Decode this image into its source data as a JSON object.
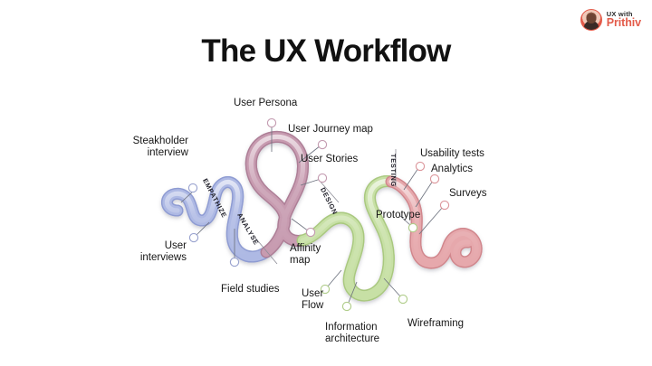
{
  "logo": {
    "line1": "UX with",
    "line2": "Prithiv",
    "avatar_icon": "avatar-icon",
    "accent_color": "#e35b4a"
  },
  "header": {
    "title": "The UX Workflow"
  },
  "diagram": {
    "type": "serpentine-ribbon-process",
    "stages": [
      {
        "key": "empathize",
        "label": "EMPATHIZE",
        "color": "#a8b4e0",
        "edge": "#8e9bd2"
      },
      {
        "key": "analyse",
        "label": "ANALYSE",
        "color": "#c295ab",
        "edge": "#ad7e96"
      },
      {
        "key": "design",
        "label": "DESIGN",
        "color": "#c3dd9e",
        "edge": "#a9c87f"
      },
      {
        "key": "testing",
        "label": "TESTING",
        "color": "#e3a0a4",
        "edge": "#d0868c"
      }
    ],
    "nodes": [
      {
        "key": "steakholder-interview",
        "label": "Steakholder\ninterview",
        "stage": "empathize"
      },
      {
        "key": "user-interviews",
        "label": "User\ninterviews",
        "stage": "empathize"
      },
      {
        "key": "field-studies",
        "label": "Field studies",
        "stage": "empathize"
      },
      {
        "key": "user-persona",
        "label": "User Persona",
        "stage": "analyse"
      },
      {
        "key": "user-journey-map",
        "label": "User Journey map",
        "stage": "analyse"
      },
      {
        "key": "user-stories",
        "label": "User Stories",
        "stage": "analyse"
      },
      {
        "key": "affinity-map",
        "label": "Affinity\nmap",
        "stage": "analyse"
      },
      {
        "key": "user-flow",
        "label": "User\nFlow",
        "stage": "design"
      },
      {
        "key": "information-architecture",
        "label": "Information\narchitecture",
        "stage": "design"
      },
      {
        "key": "wireframing",
        "label": "Wireframing",
        "stage": "design"
      },
      {
        "key": "prototype",
        "label": "Prototype",
        "stage": "design"
      },
      {
        "key": "usability-tests",
        "label": "Usability tests",
        "stage": "testing"
      },
      {
        "key": "analytics",
        "label": "Analytics",
        "stage": "testing"
      },
      {
        "key": "surveys",
        "label": "Surveys",
        "stage": "testing"
      }
    ]
  }
}
